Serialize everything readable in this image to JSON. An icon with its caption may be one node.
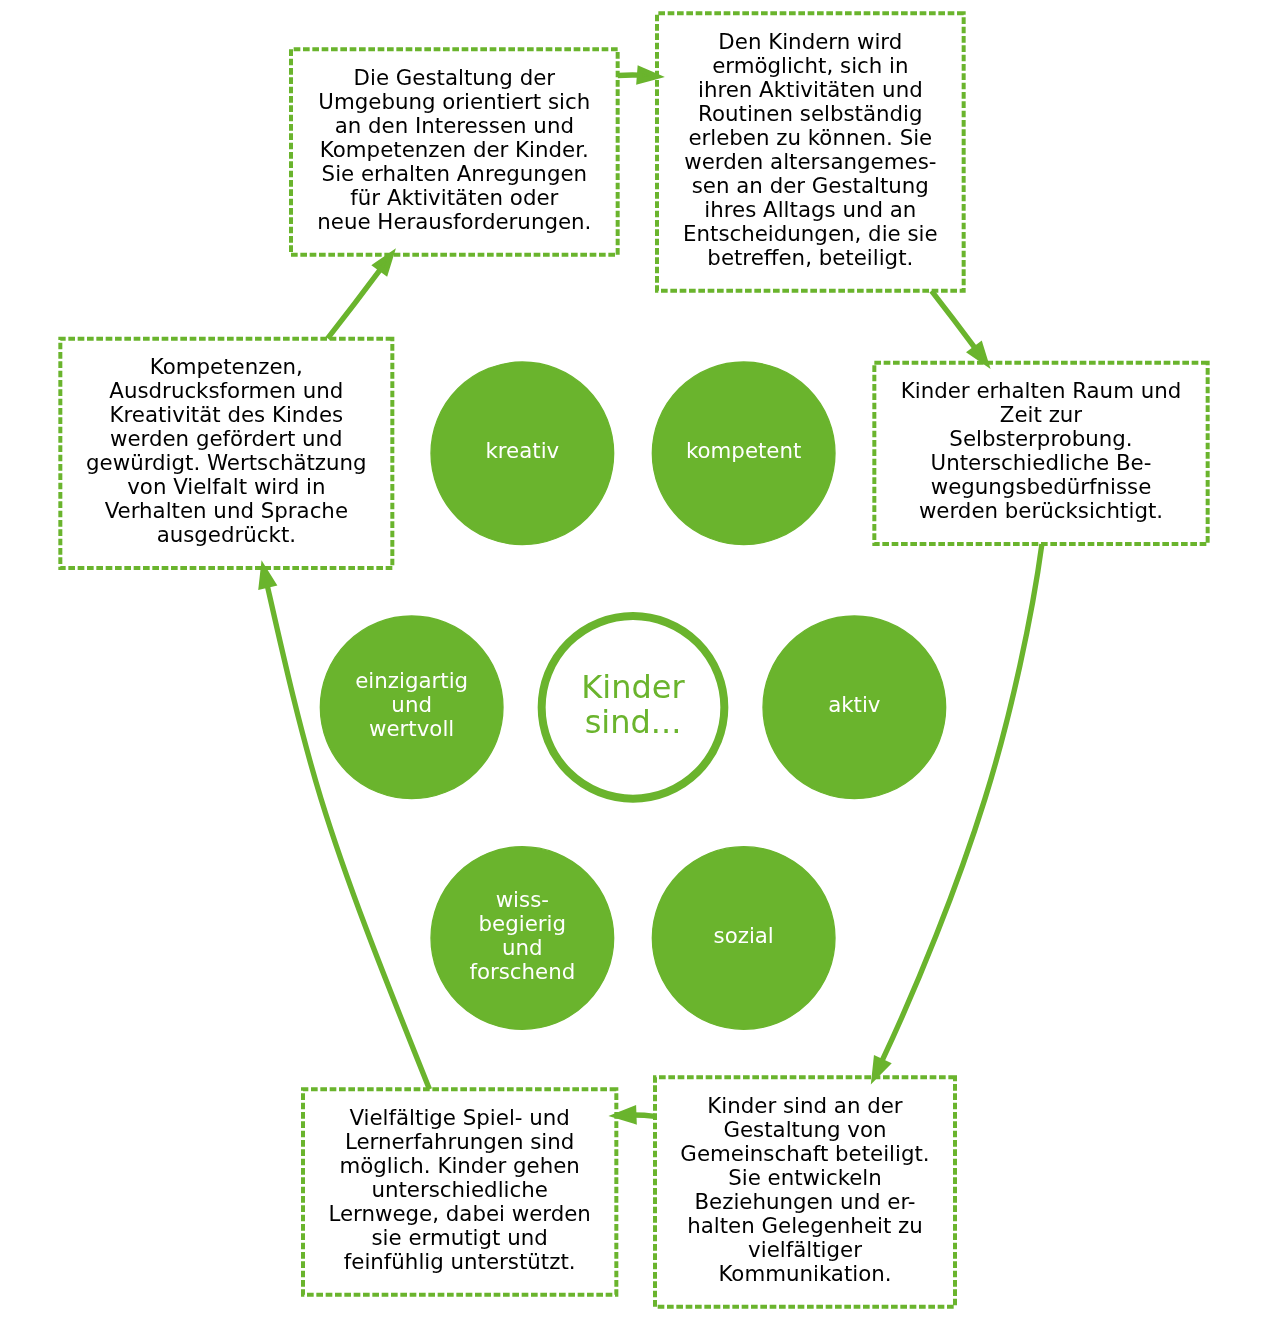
{
  "diagram": {
    "nodes": [
      {
        "text": [
          "Die Gestaltung der Umgebung orientiert sich an den Interessen und Kompetenzen der Kinder. Sie erhalten Anregungen für Aktivitäten oder neue Herausforderungen."
        ]
      },
      {
        "text": [
          "Den Kindern wird ermöglicht, sich in ihren Aktivitäten und Routinen selbständig erleben zu können. Sie werden altersangemes- sen an der Gestaltung ihres Alltags und an Entscheidungen, die sie betreffen, beteiligt."
        ]
      },
      {
        "text": [
          "Kinder erhalten Raum und Zeit zur Selbsterprobung. Unterschiedliche Be- wegungsbedürfnisse werden berücksichtigt."
        ]
      },
      {
        "text": [
          "Kinder sind an der Gestaltung von Gemeinschaft beteiligt. Sie entwickeln Beziehungen und er- halten Gelegenheit zu vielfältiger Kommunikation."
        ]
      },
      {
        "text": [
          "Vielfältige Spiel- und Lernerfahrungen sind möglich. Kinder gehen unterschiedliche Lernwege, dabei werden sie ermutigt und feinfühlig unterstützt."
        ]
      },
      {
        "text": [
          "Kompetenzen, Ausdrucksformen und Kreativität des Kindes werden gefördert und gewürdigt. Wertschätzung von Vielfalt wird in Verhalten und Sprache ausgedrückt."
        ]
      },
      {
        "text": [
          "Kinder sind..."
        ]
      },
      {
        "text": [
          "kreativ"
        ]
      },
      {
        "text": [
          "kompetent"
        ]
      },
      {
        "text": [
          "einzigartig und wertvoll"
        ]
      },
      {
        "text": [
          "aktiv"
        ]
      },
      {
        "text": [
          "wiss- begierig und forschend"
        ]
      },
      {
        "text": [
          "sozial"
        ]
      }
    ],
    "edges": [
      {
        "from": 0,
        "to": 1,
        "arrow": "to"
      },
      {
        "from": 1,
        "to": 2,
        "arrow": "to"
      },
      {
        "from": 2,
        "to": 3,
        "arrow": "to"
      },
      {
        "from": 3,
        "to": 4,
        "arrow": "to"
      },
      {
        "from": 4,
        "to": 5,
        "arrow": "to"
      },
      {
        "from": 5,
        "to": 0,
        "arrow": "to"
      }
    ]
  }
}
